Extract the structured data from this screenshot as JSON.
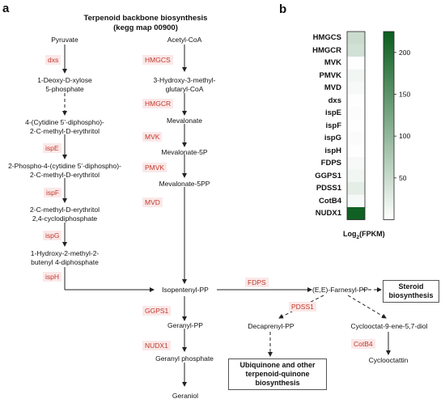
{
  "panel_a": {
    "letter": "a",
    "title_line1": "Terpenoid backbone biosynthesis",
    "title_line2": "(kegg map 00900)",
    "left_nodes": [
      "Pyruvate",
      "1-Deoxy-D-xylose",
      "5-phosphate",
      "4-(Cytidine 5’-diphospho)-",
      "2-C-methyl-D-erythritol",
      "2-Phospho-4-(cytidine 5’-diphospho)-",
      "2-C-methyl-D-erythritol",
      "2-C-methyl-D-erythritol",
      "2,4-cyclodiphosphate",
      "1-Hydroxy-2-methyl-2-",
      "butenyl 4-diphosphate"
    ],
    "left_enzymes": [
      "dxs",
      "ispE",
      "ispF",
      "ispG",
      "ispH"
    ],
    "mid_nodes": [
      "Acetyl-CoA",
      "3-Hydroxy-3-methyl-",
      "glutaryl-CoA",
      "Mevalonate",
      "Mevalonate-5P",
      "Mevalonate-5PP"
    ],
    "mid_enzymes": [
      "HMGCS",
      "HMGCR",
      "MVK",
      "PMVK",
      "MVD"
    ],
    "lower_nodes": {
      "ipp": "Isopentenyl-PP",
      "geranyl_pp": "Geranyl-PP",
      "geranyl_phosphate": "Geranyl phosphate",
      "geraniol": "Geraniol",
      "farnesyl": "(E,E)-Farnesyl-PP",
      "decaprenyl": "Decaprenyl-PP",
      "cyclooctat_diol": "Cyclooctat-9-ene-5,7-diol",
      "cyclooctattin": "Cyclooctattin"
    },
    "lower_enzymes": {
      "fdps": "FDPS",
      "ggps1": "GGPS1",
      "nudx1": "NUDX1",
      "pdss1": "PDSS1",
      "cotb4": "CotB4"
    },
    "boxes": {
      "steroid_line1": "Steroid",
      "steroid_line2": "biosynthesis",
      "ubi_line1": "Ubiquinone and other",
      "ubi_line2": "terpenoid-quinone",
      "ubi_line3": "biosynthesis"
    }
  },
  "panel_b": {
    "letter": "b",
    "chart_data": {
      "type": "heatmap",
      "genes": [
        "HMGCS",
        "HMGCR",
        "MVK",
        "PMVK",
        "MVD",
        "dxs",
        "ispE",
        "ispF",
        "ispG",
        "ispH",
        "FDPS",
        "GGPS1",
        "PDSS1",
        "CotB4",
        "NUDX1"
      ],
      "values": [
        48,
        42,
        2,
        12,
        8,
        2,
        4,
        2,
        5,
        2,
        8,
        12,
        25,
        8,
        220
      ],
      "colorbar_ticks": [
        50,
        100,
        150,
        200
      ],
      "colorbar_range": [
        0,
        225
      ],
      "color_low": "#ffffff",
      "color_high": "#0b5d1e",
      "colorbar_label_prefix": "Log",
      "colorbar_label_sub": "2",
      "colorbar_label_suffix": "(FPKM)"
    }
  }
}
